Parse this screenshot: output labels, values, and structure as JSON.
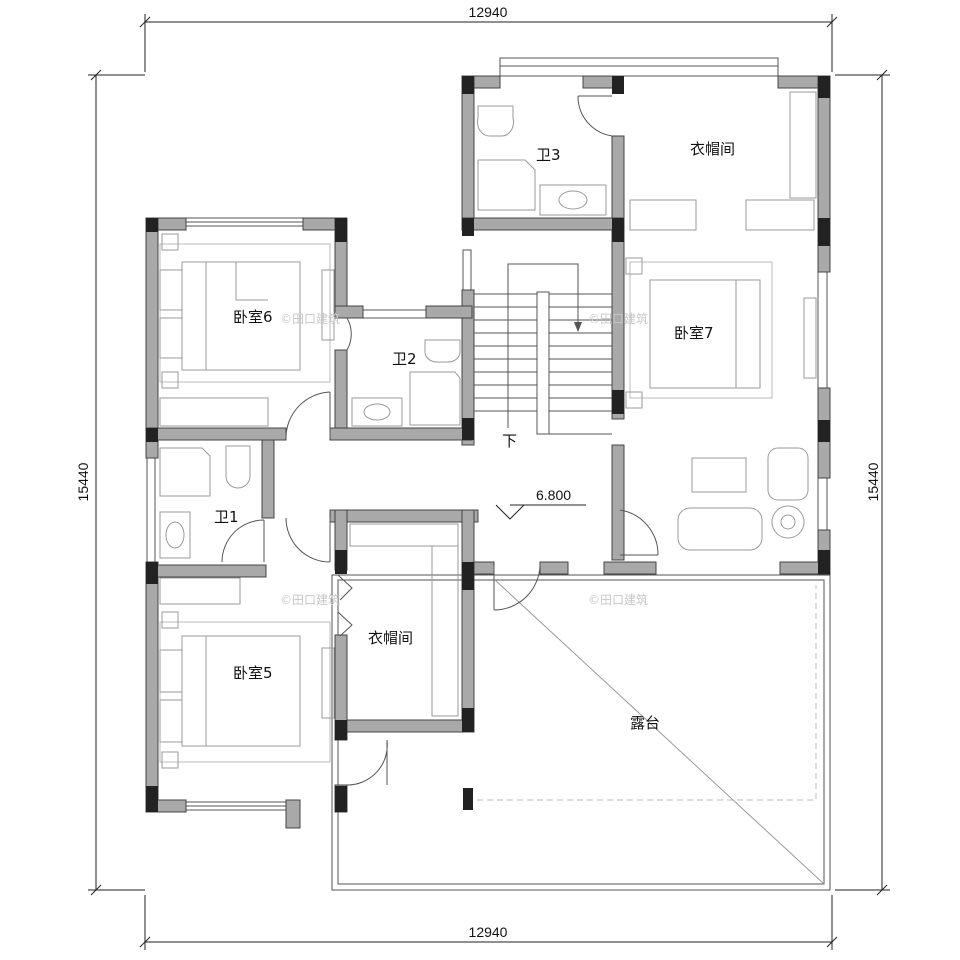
{
  "dimensions": {
    "top": "12940",
    "bottom": "12940",
    "left": "15440",
    "right": "15440"
  },
  "rooms": {
    "bath3": "卫3",
    "closet_top": "衣帽间",
    "bedroom6": "卧室6",
    "bath2": "卫2",
    "bedroom7": "卧室7",
    "stairs_down": "下",
    "bath1": "卫1",
    "closet_bottom": "衣帽间",
    "bedroom5": "卧室5",
    "terrace": "露台"
  },
  "elevation": "6.800",
  "watermark": "©田口建筑"
}
